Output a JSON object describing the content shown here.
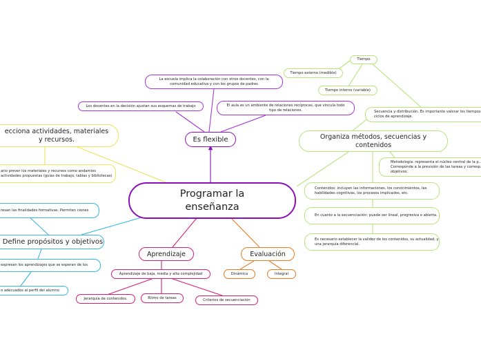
{
  "colors": {
    "root": "#8a0fb8",
    "purple": "#a336e0",
    "yellow": "#e9e45a",
    "green": "#b7e37b",
    "blue": "#34b7e3",
    "magenta": "#d81b77",
    "orange": "#ee7a1e"
  },
  "root": {
    "label": "Programar la enseñanza"
  },
  "flexible": {
    "label": "Es flexible",
    "items": [
      "La escuela implica la colaboración con otros docentes, con la comunidad educativa y con los grupos de padres",
      "Los docentes en la decisión ajustan sus esquemas de trabajo",
      "El aula es un ambiente de relaciones recíprocas, que vincula todo tipo de relaciones."
    ]
  },
  "selecciona": {
    "label": "ecciona actividades, materiales y recursos.",
    "detail": "ario prever los materiales y recursos como andamios actividades propuestas (guías de trabajo, tablas y bibliotecas)"
  },
  "organiza": {
    "label": "Organiza métodos, secuencias y contenidos",
    "tiempo": "Tiempo",
    "tiempo_externo": "Tiempo externo (medible)",
    "tiempo_interno": "Tiempo interno (variable)",
    "secuencia": "Secuencia y distribución. Es importante valorar los tiempos de los ciclos de aprendizaje.",
    "metodologia": "Metodología: representa el núcleo central de la p... Corresponde a la previsión de las tareas y corresp... los objetivos.",
    "contenidos": "Contenidos: incluyen las informaciones, los conocimientos, las habilidades cognitivas, los procesos implicados, etc.",
    "secuenciacion": "En cuanto a la secuenciación: puede ser lineal, progresiva o abierta.",
    "validez": "Es necesario establecer la validez de los contenidos, su actualidad, y una jerarquía diferencial."
  },
  "propositos": {
    "label": "Define propósitos y objetivos",
    "items": [
      "resan las finalidades formativas. Permiten ciones",
      "expresan los aprendizajes que se esperan de los",
      "o adecuados al perfil del alumno"
    ]
  },
  "aprendizaje": {
    "label": "Aprendizaje",
    "sub": "Aprendizaje de baja, media y alta complejidad",
    "items": [
      "Jerarquía de contenidos.",
      "Ritmo de tareas",
      "Criterios de secuenciación"
    ]
  },
  "evaluacion": {
    "label": "Evaluación",
    "items": [
      "Dinámica",
      "Integral"
    ]
  }
}
